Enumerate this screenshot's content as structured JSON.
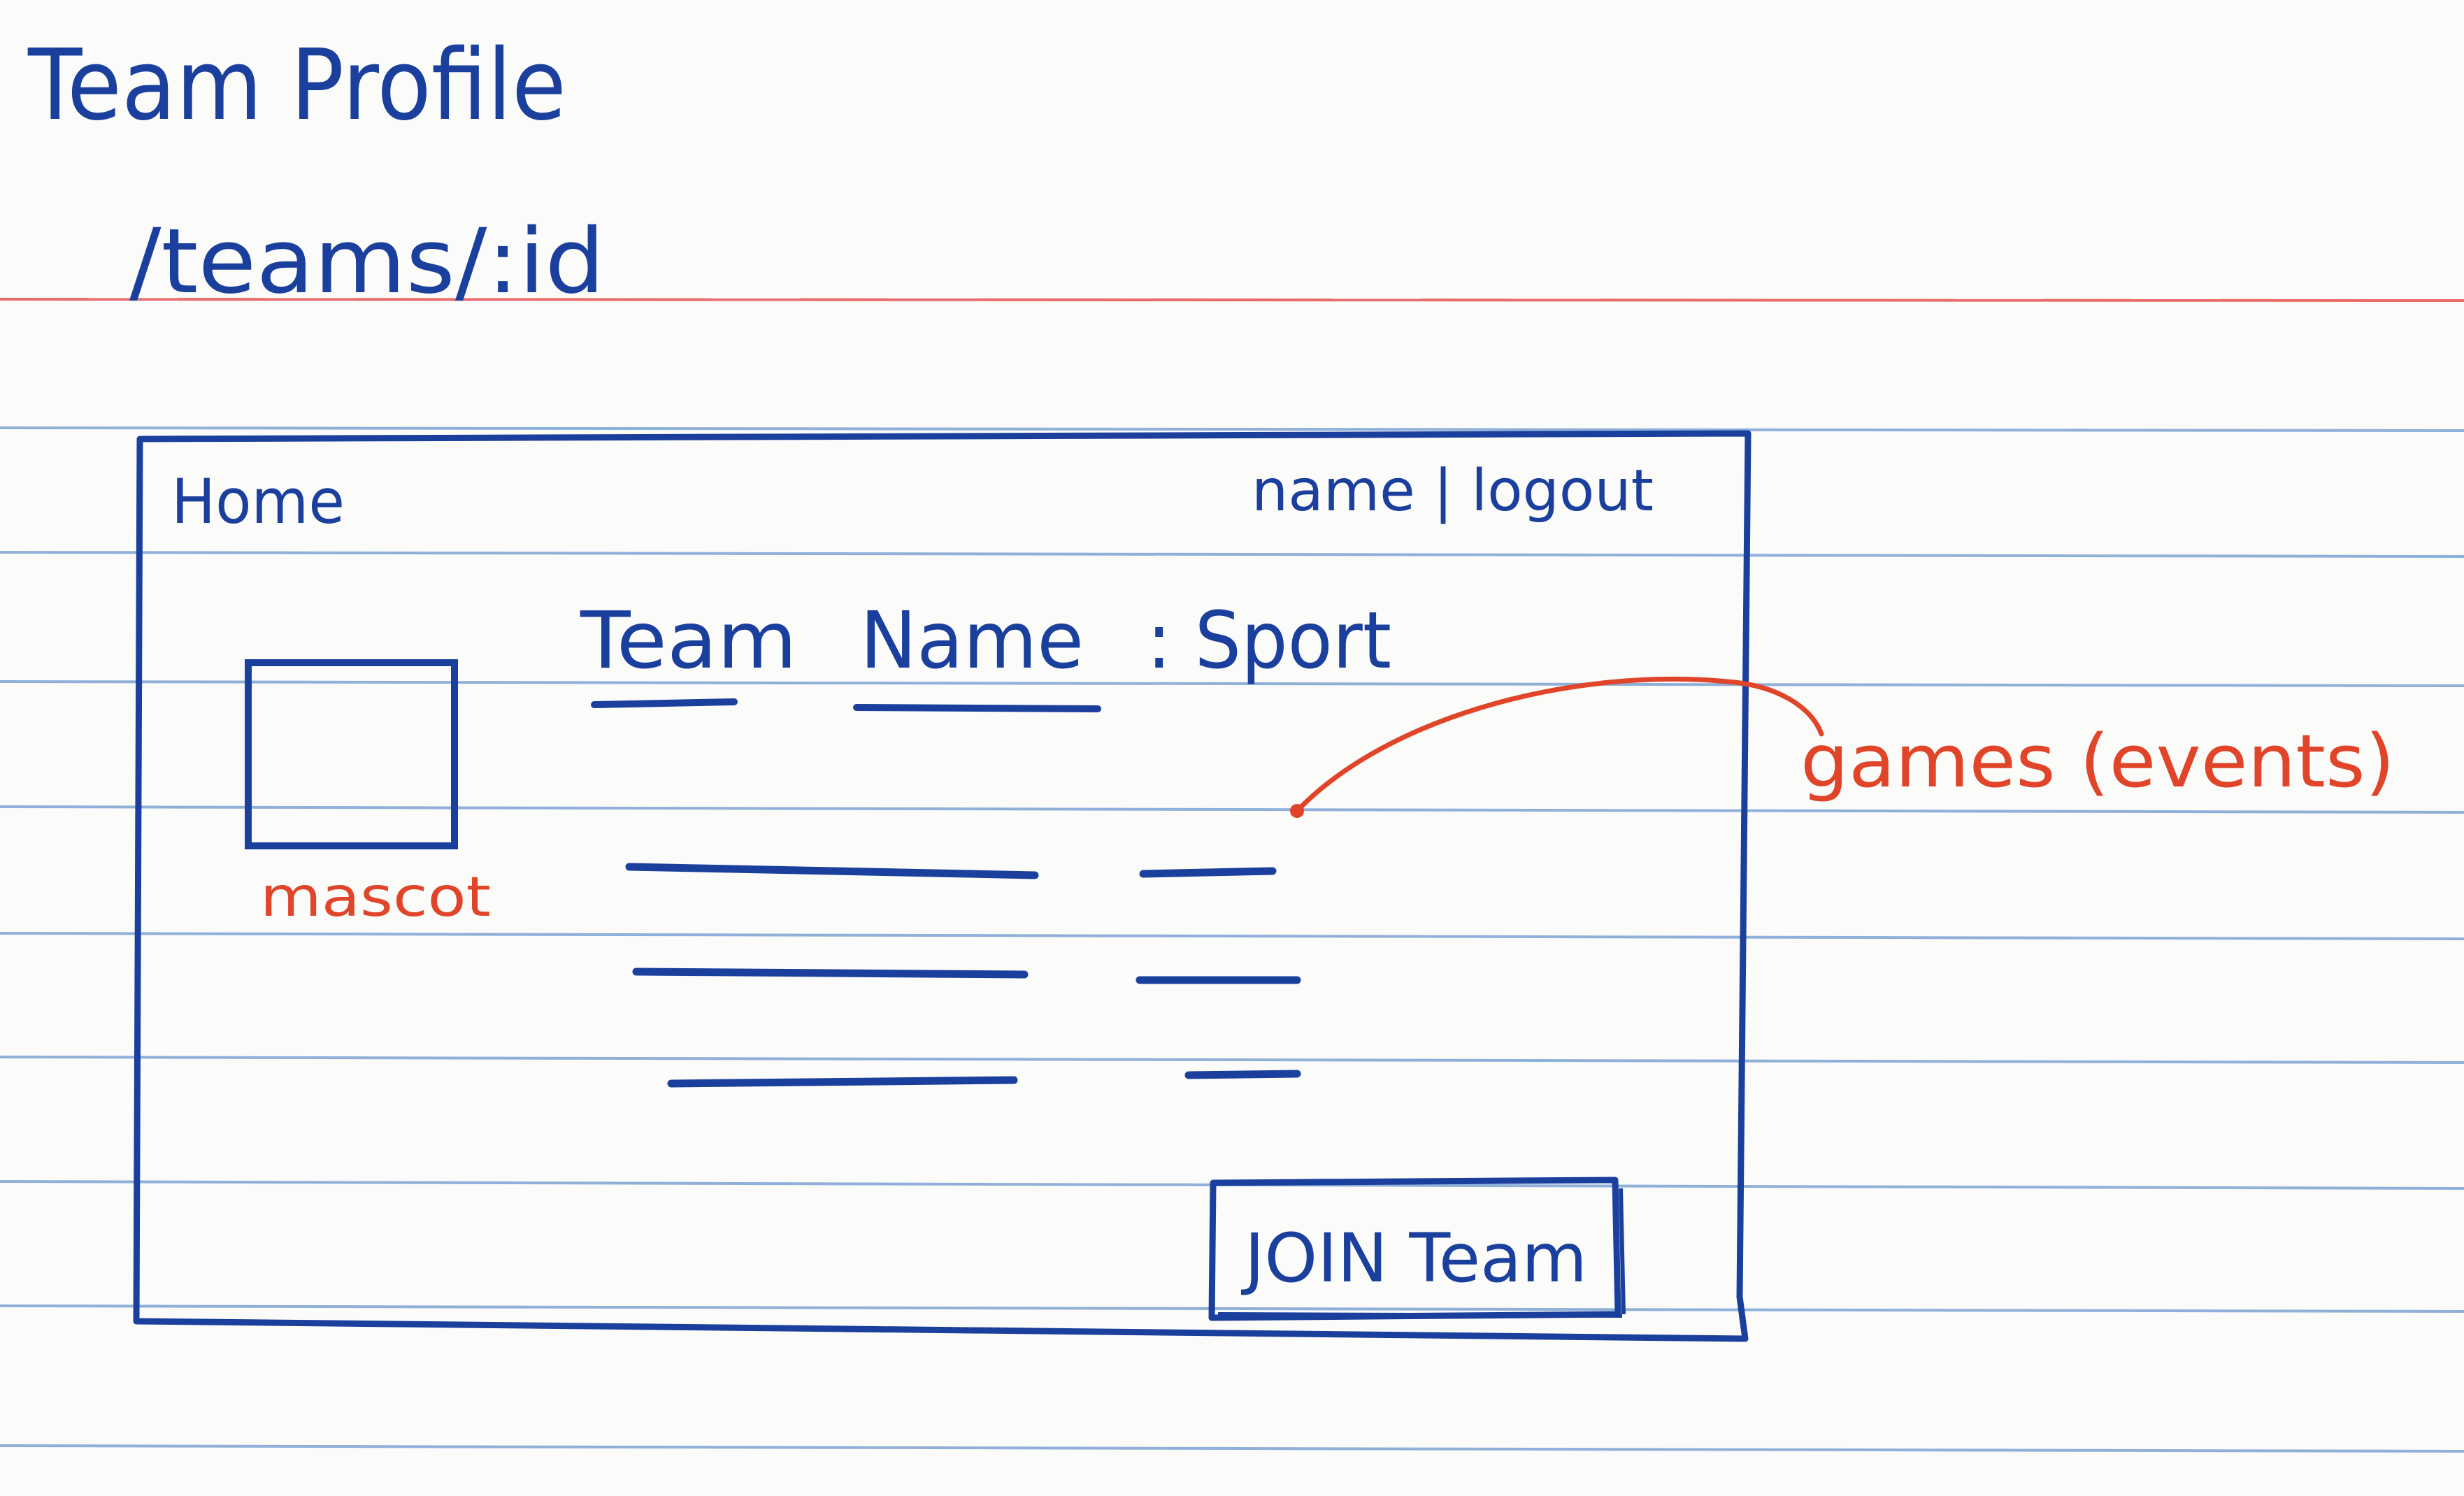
{
  "page": {
    "title": "Team Profile",
    "route": "/teams/:id"
  },
  "wireframe": {
    "nav": {
      "home": "Home",
      "user": "name | logout"
    },
    "heading": {
      "team": "Team",
      "name": "Name",
      "sport": ": Sport"
    },
    "mascot_label": "mascot",
    "join_button": "JOIN Team"
  },
  "annotation": {
    "games": "games (events)"
  },
  "colors": {
    "ink_blue": "#1a3f9c",
    "ink_red": "#e0452a",
    "rule_blue": "#8fb0d9",
    "rule_red": "#e86b6b",
    "paper": "#fbfbfa"
  }
}
